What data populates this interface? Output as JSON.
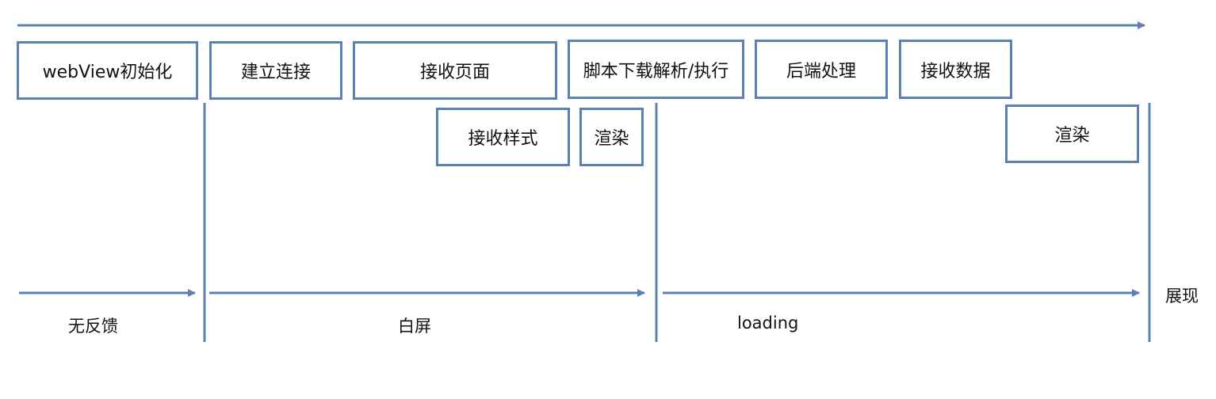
{
  "diagram": {
    "line_color": "#5b80b2",
    "steps": [
      {
        "label": "webView初始化"
      },
      {
        "label": "建立连接"
      },
      {
        "label": "接收页面"
      },
      {
        "label": "脚本下载解析/执行"
      },
      {
        "label": "后端处理"
      },
      {
        "label": "接收数据"
      },
      {
        "label": "接收样式"
      },
      {
        "label": "渲染"
      },
      {
        "label": "渲染"
      }
    ],
    "phases": [
      {
        "label": "无反馈"
      },
      {
        "label": "白屏"
      },
      {
        "label": "loading"
      }
    ],
    "end_label": "展现"
  }
}
